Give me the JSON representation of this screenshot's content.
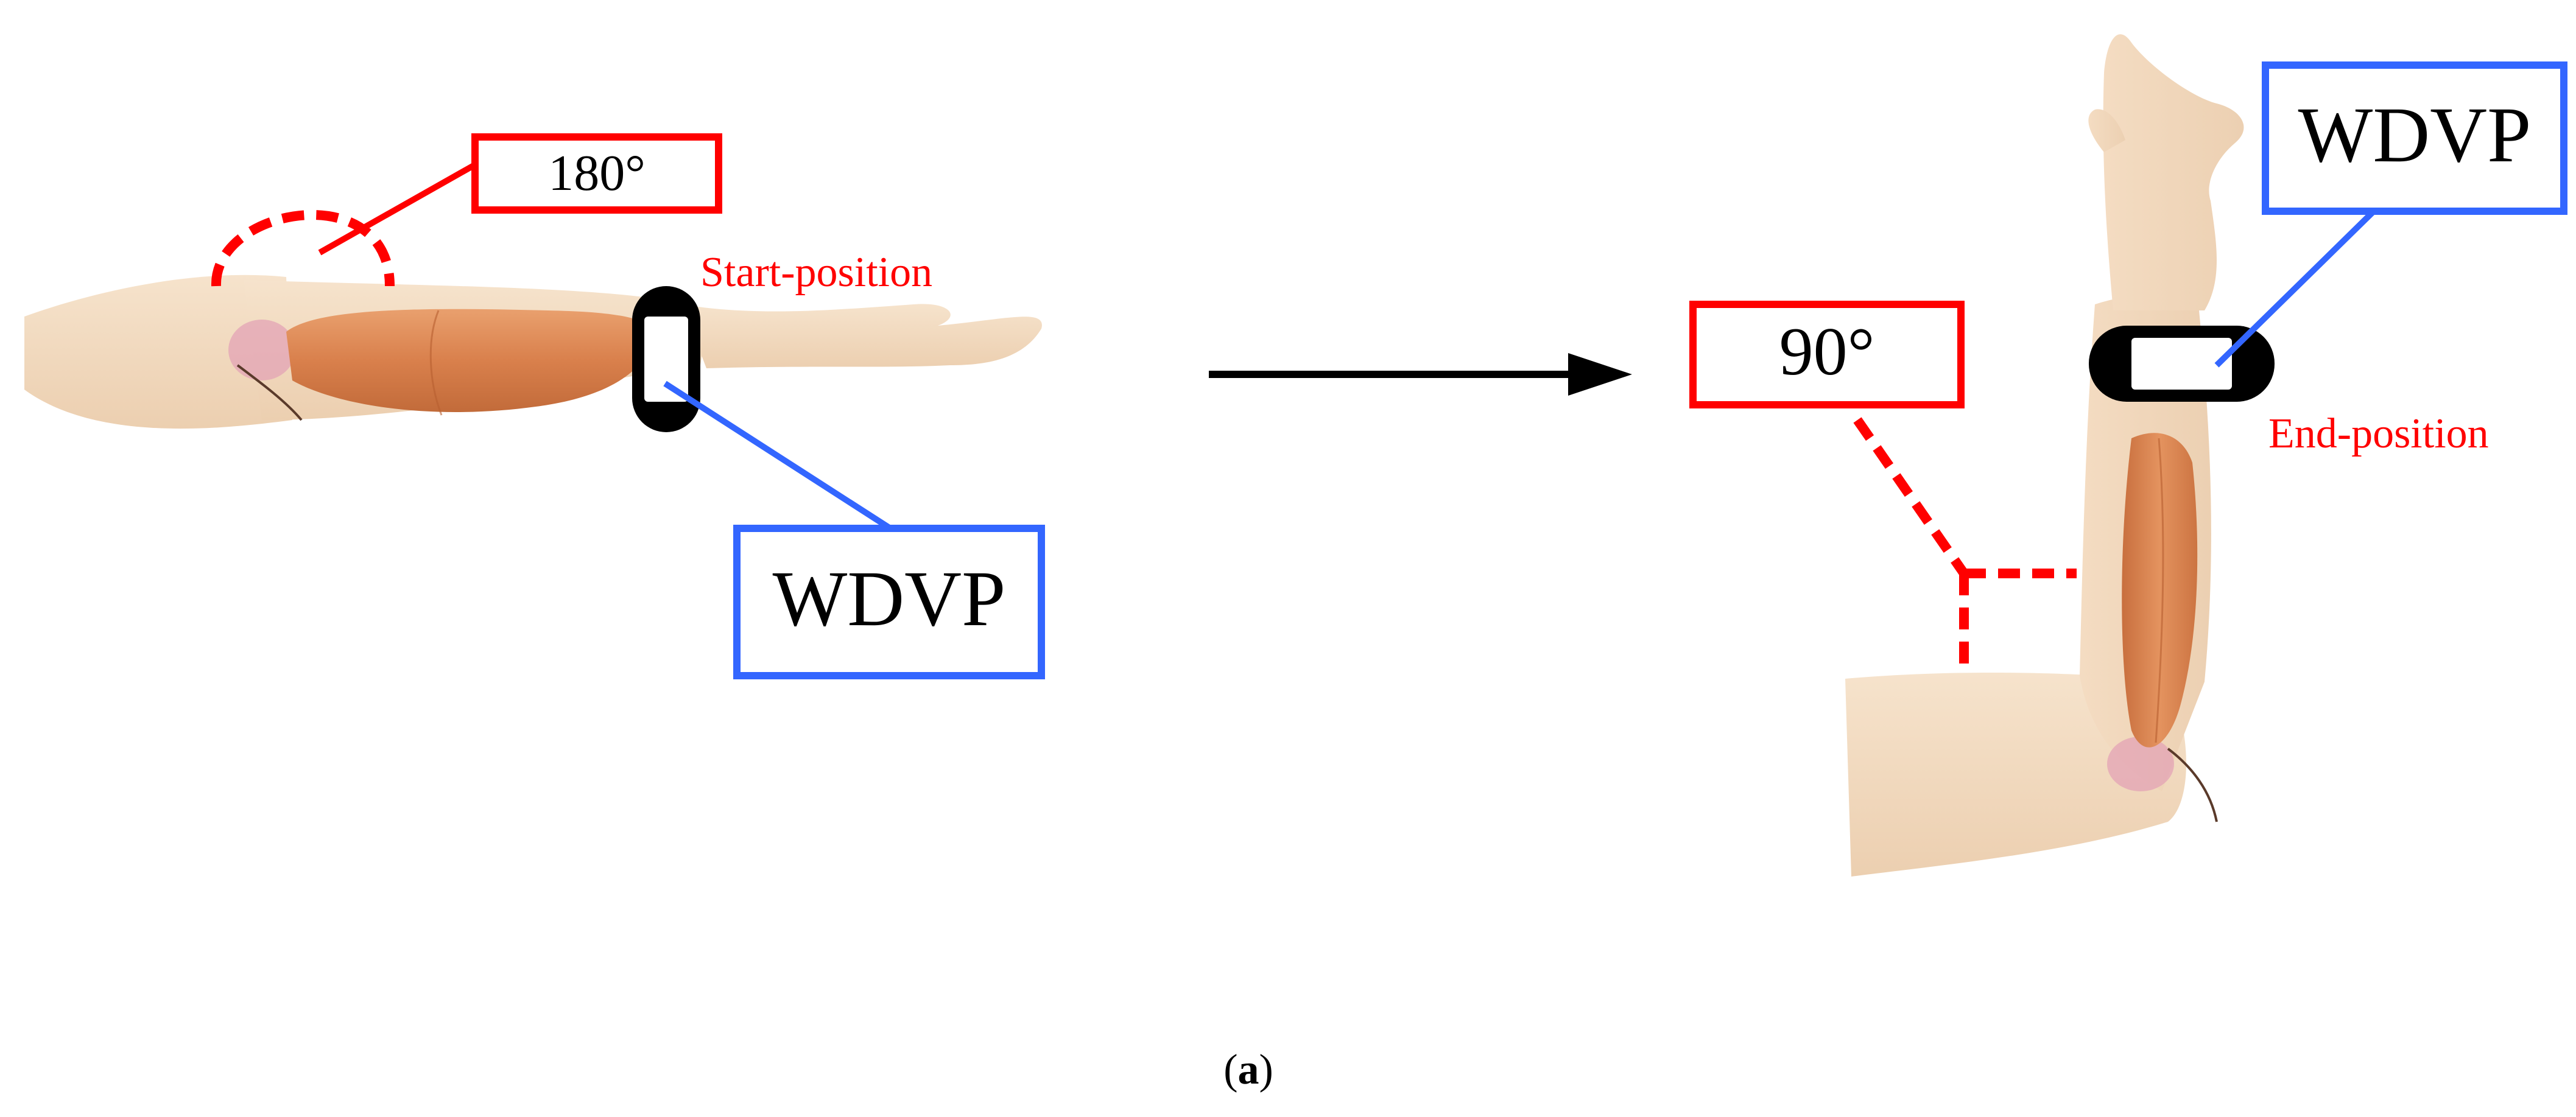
{
  "start_panel": {
    "angle_label": "180°",
    "position_label": "Start-position",
    "device_label": "WDVP"
  },
  "end_panel": {
    "angle_label": "90°",
    "position_label": "End-position",
    "device_label": "WDVP"
  },
  "caption": {
    "open": "(",
    "letter": "a",
    "close": ")"
  },
  "colors": {
    "angle_red": "#ff0000",
    "device_blue": "#3366ff",
    "skin": "#f3dcc2",
    "muscle": "#de8a58",
    "joint": "#e2a0b4",
    "band": "#000000",
    "arrow": "#000000"
  }
}
